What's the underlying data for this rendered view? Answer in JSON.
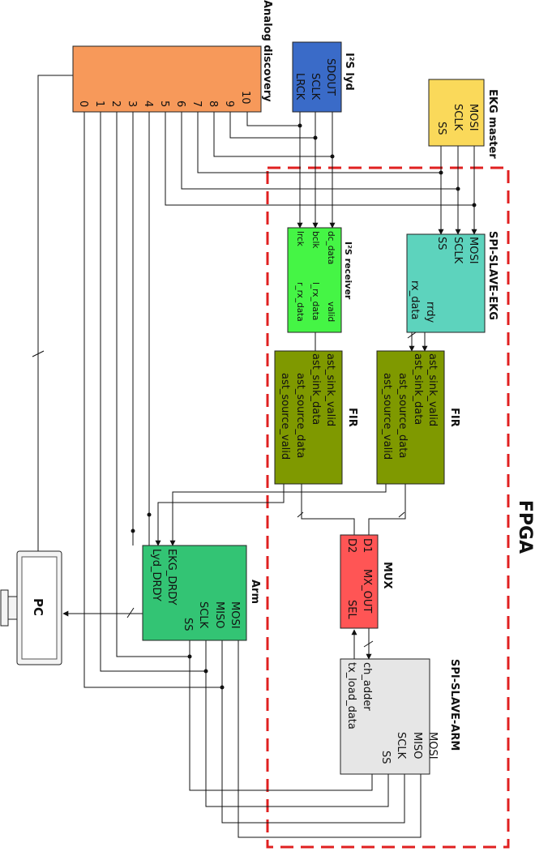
{
  "fpga": {
    "label": "FPGA",
    "border_color": "#e02020"
  },
  "analog": {
    "title": "Analog discovery",
    "pins": [
      "0",
      "1",
      "2",
      "3",
      "4",
      "5",
      "6",
      "7",
      "8",
      "9",
      "10"
    ],
    "color": "#f7995a"
  },
  "i2s_lyd": {
    "title": "I²S lyd",
    "pins": [
      "SDOUT",
      "SCLK",
      "LRCK"
    ],
    "color": "#3a6bc8"
  },
  "ekg_master": {
    "title": "EKG master",
    "pins": [
      "MOSI",
      "SCLK",
      "SS"
    ],
    "color": "#fad95a"
  },
  "spi_slave_ekg": {
    "title": "SPI-SLAVE-EKG",
    "in_pins": [
      "MOSI",
      "SCLK",
      "SS"
    ],
    "out_pins": [
      "rrdy",
      "rx_data"
    ],
    "color": "#5dd3bd"
  },
  "i2s_receiver": {
    "title": "I²S receiver",
    "in_pins": [
      "dc_data",
      "bclk",
      "lrck"
    ],
    "out_pins": [
      "valid",
      "l_rx_data",
      "r_rx_data"
    ],
    "color": "#45f545"
  },
  "fir_top": {
    "title": "FIR",
    "pins": [
      "ast_sink_valid",
      "ast_sink_data",
      "ast_source_data",
      "ast_source_valid"
    ],
    "color": "#7f9900"
  },
  "fir_bottom": {
    "title": "FIR",
    "pins": [
      "ast_sink_valid",
      "ast_sink_data",
      "ast_source_data",
      "ast_source_valid"
    ],
    "color": "#7f9900"
  },
  "mux": {
    "title": "MUX",
    "pins": [
      "D1",
      "D2",
      "MX_OUT",
      "SEL"
    ],
    "color": "#ff5555"
  },
  "arm": {
    "title": "Arm",
    "pins": [
      "MOSI",
      "MISO",
      "SCLK",
      "SS",
      "EKG_DRDY",
      "Lyd_DRDY"
    ],
    "color": "#33c474"
  },
  "spi_slave_arm": {
    "title": "SPI-SLAVE-ARM",
    "pins": [
      "MOSI",
      "MISO",
      "SCLK",
      "SS",
      "ch_adder",
      "tx_load_data"
    ],
    "color": "#e6e6e6"
  },
  "pc": {
    "label": "PC"
  }
}
